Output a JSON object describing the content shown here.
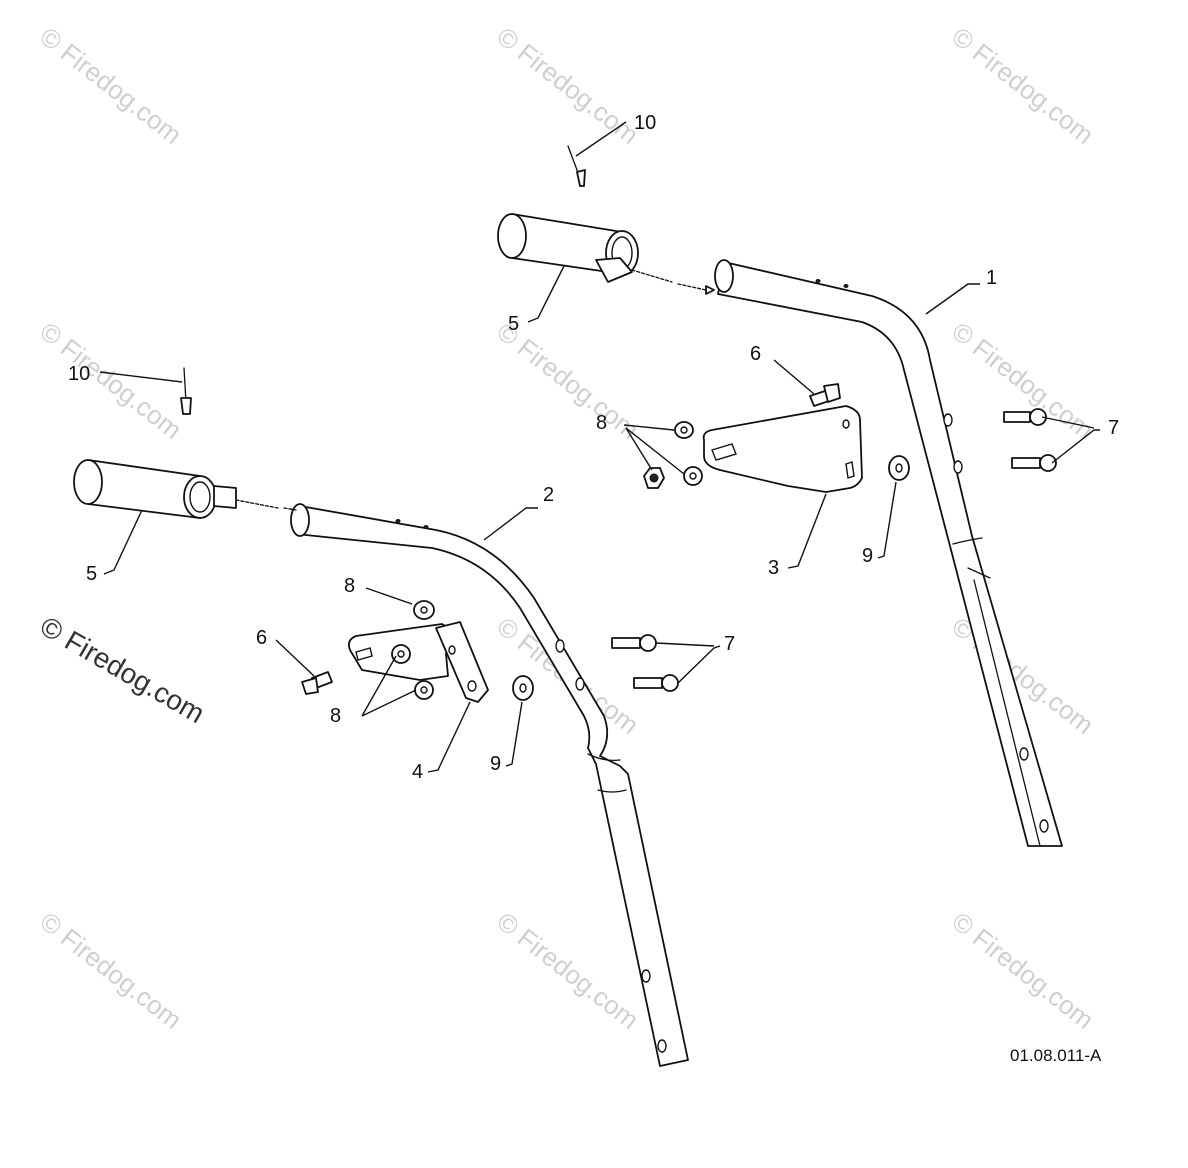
{
  "callouts": {
    "c1": "1",
    "c2": "2",
    "c3": "3",
    "c4": "4",
    "c5_top": "5",
    "c5_left": "5",
    "c6_top": "6",
    "c6_left": "6",
    "c7_right": "7",
    "c7_mid": "7",
    "c8_top": "8",
    "c8_left_a": "8",
    "c8_left_b": "8",
    "c9_right": "9",
    "c9_left": "9",
    "c10_top": "10",
    "c10_left": "10"
  },
  "diagram_code": "01.08.011-A",
  "watermark": "© Firedog.com",
  "colors": {
    "line": "#111111",
    "watermark": "#cfcfcf"
  }
}
